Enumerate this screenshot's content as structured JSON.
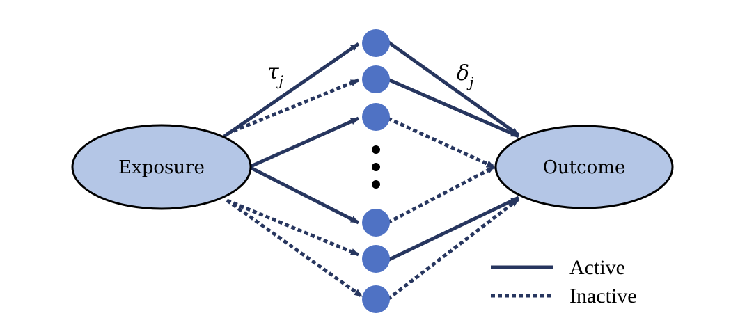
{
  "diagram": {
    "exposure_label": "Exposure",
    "outcome_label": "Outcome",
    "path_label_in": {
      "symbol": "τ",
      "subscript": "j"
    },
    "path_label_out": {
      "symbol": "δ",
      "subscript": "j"
    },
    "ellipsis": "⋮"
  },
  "legend": {
    "active_label": "Active",
    "inactive_label": "Inactive"
  },
  "colors": {
    "edge": "#27365f",
    "mediator_fill": "#4f72c4",
    "ellipse_fill": "#b4c6e6",
    "ellipse_stroke": "#000000",
    "dots": "#000000"
  },
  "mediators": [
    {
      "id": "m1",
      "in_edge": "active",
      "out_edge": "active"
    },
    {
      "id": "m2",
      "in_edge": "inactive",
      "out_edge": "active"
    },
    {
      "id": "m3",
      "in_edge": "active",
      "out_edge": "inactive"
    },
    {
      "id": "m4",
      "in_edge": "active",
      "out_edge": "inactive"
    },
    {
      "id": "m5",
      "in_edge": "inactive",
      "out_edge": "active"
    },
    {
      "id": "m6",
      "in_edge": "inactive",
      "out_edge": "inactive"
    }
  ]
}
